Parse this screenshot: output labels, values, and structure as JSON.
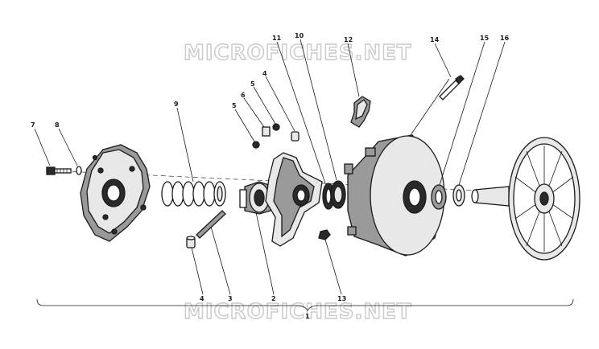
{
  "watermark": {
    "top": "MICROFICHES.NET",
    "bottom": "MICROFICHES.NET"
  },
  "callouts": {
    "c1": "1",
    "c2": "2",
    "c3": "3",
    "c4a": "4",
    "c4b": "4",
    "c5a": "5",
    "c5b": "5",
    "c6": "6",
    "c7": "7",
    "c8": "8",
    "c9": "9",
    "c10": "10",
    "c11": "11",
    "c12": "12",
    "c13": "13",
    "c14": "14",
    "c15": "15",
    "c16": "16"
  },
  "colors": {
    "ink": "#1a1a1a",
    "watermark_outline": "#c9c9c9",
    "background": "#ffffff"
  }
}
